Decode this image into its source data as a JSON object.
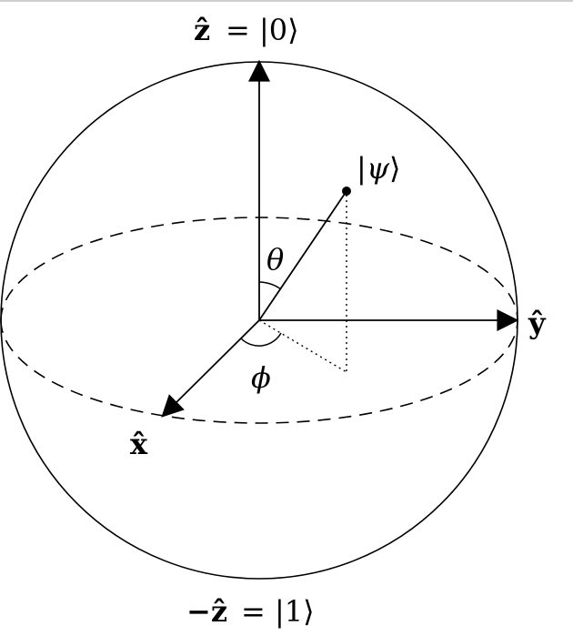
{
  "labels": {
    "z_hat": "ẑ",
    "zero_state": "= |0⟩",
    "minus_z_hat": "−ẑ",
    "one_state": "= |1⟩",
    "y_hat": "ŷ",
    "x_hat": "x̂",
    "psi_open": "|",
    "psi_symbol": "ψ",
    "psi_close": "⟩",
    "theta": "θ",
    "phi": "ϕ"
  },
  "colors": {
    "stroke": "#000000",
    "background": "#ffffff",
    "frame": "#cfcfcf"
  }
}
